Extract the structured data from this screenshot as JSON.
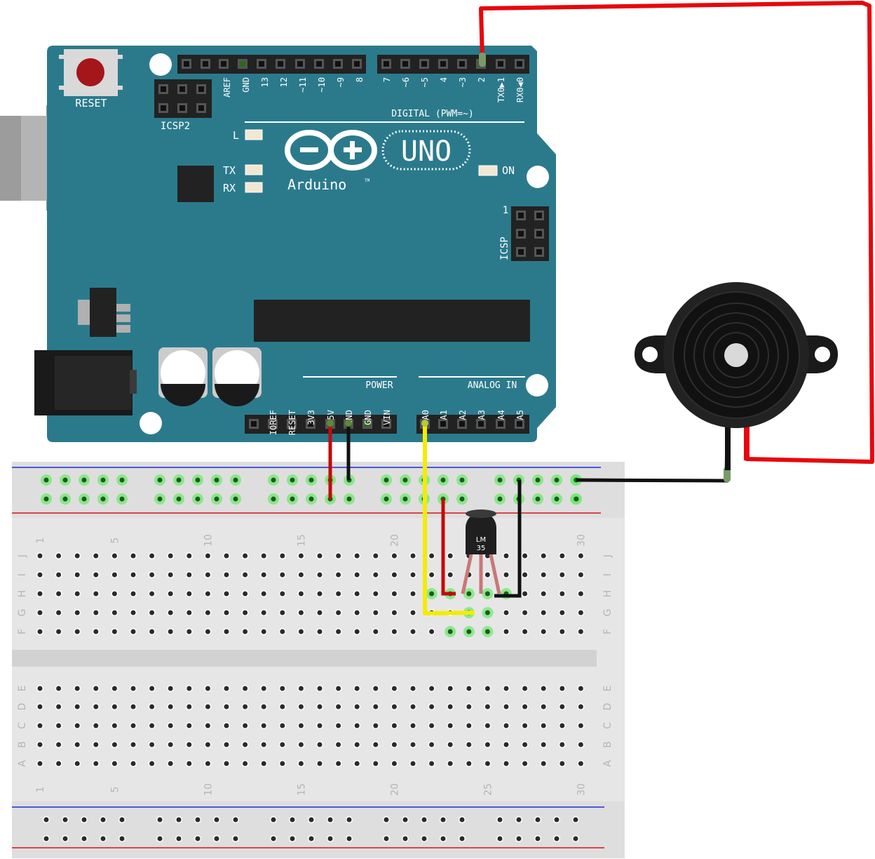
{
  "board": {
    "reset_label": "RESET",
    "icsp2_label": "ICSP2",
    "icsp_label": "ICSP",
    "icsp_pin1": "1",
    "led_l": "L",
    "led_tx": "TX",
    "led_rx": "RX",
    "led_on": "ON",
    "logo_text": "Arduino",
    "logo_tm": "TM",
    "model": "UNO",
    "digital_caption": "DIGITAL (PWM=~)",
    "power_caption": "POWER",
    "analog_caption": "ANALOG IN",
    "digital_pins_left": [
      "AREF",
      "GND",
      "13",
      "12",
      "~11",
      "~10",
      "~9",
      "8"
    ],
    "digital_pins_right": [
      "7",
      "~6",
      "~5",
      "4",
      "~3",
      "2",
      "TX0▶1",
      "RX0◀0"
    ],
    "power_pins": [
      "IOREF",
      "RESET",
      "3V3",
      "5V",
      "GND",
      "GND",
      "VIN"
    ],
    "analog_pins": [
      "A0",
      "A1",
      "A2",
      "A3",
      "A4",
      "A5"
    ]
  },
  "sensor": {
    "line1": "LM",
    "line2": "35"
  },
  "breadboard": {
    "column_numbers": [
      "1",
      "5",
      "10",
      "15",
      "20",
      "25",
      "30"
    ],
    "rows_top": [
      "J",
      "I",
      "H",
      "G",
      "F"
    ],
    "rows_bottom": [
      "E",
      "D",
      "C",
      "B",
      "A"
    ]
  },
  "colors": {
    "board": "#2b7a8c",
    "wire_red": "#e8060b",
    "wire_black": "#111111",
    "wire_yellow": "#f4ec00",
    "breadboard": "#e6e6e6",
    "rail_red": "#d7141a",
    "rail_blue": "#1a2ed7"
  }
}
